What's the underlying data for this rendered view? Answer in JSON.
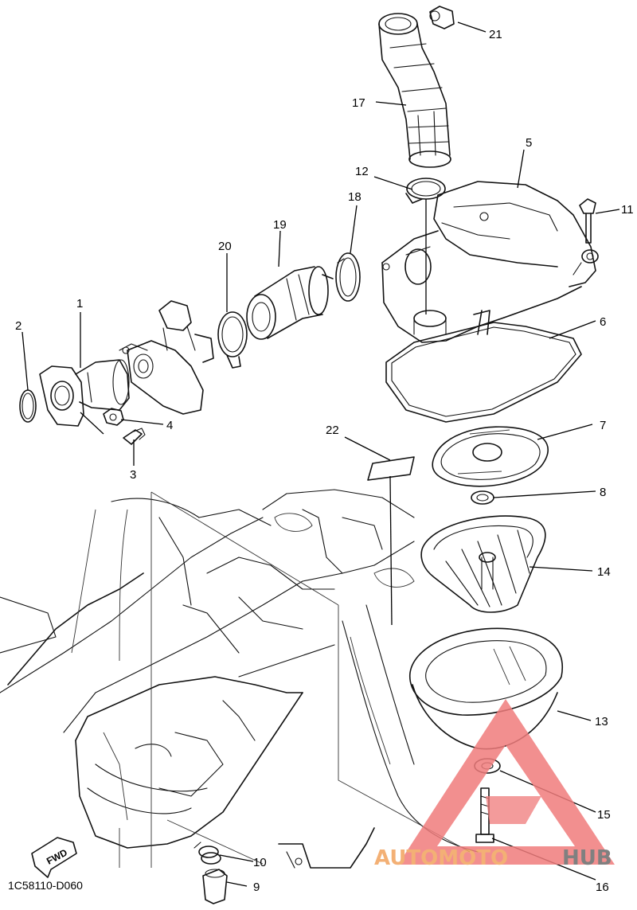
{
  "callouts": [
    {
      "id": "c1",
      "label": "1"
    },
    {
      "id": "c2",
      "label": "2"
    },
    {
      "id": "c3",
      "label": "3"
    },
    {
      "id": "c4",
      "label": "4"
    },
    {
      "id": "c5",
      "label": "5"
    },
    {
      "id": "c6",
      "label": "6"
    },
    {
      "id": "c7",
      "label": "7"
    },
    {
      "id": "c8",
      "label": "8"
    },
    {
      "id": "c9",
      "label": "9"
    },
    {
      "id": "c10",
      "label": "10"
    },
    {
      "id": "c11",
      "label": "11"
    },
    {
      "id": "c12",
      "label": "12"
    },
    {
      "id": "c13",
      "label": "13"
    },
    {
      "id": "c14",
      "label": "14"
    },
    {
      "id": "c15",
      "label": "15"
    },
    {
      "id": "c16",
      "label": "16"
    },
    {
      "id": "c17",
      "label": "17"
    },
    {
      "id": "c18",
      "label": "18"
    },
    {
      "id": "c19",
      "label": "19"
    },
    {
      "id": "c20",
      "label": "20"
    },
    {
      "id": "c21",
      "label": "21"
    },
    {
      "id": "c22",
      "label": "22"
    }
  ],
  "fwd_label": "FWD",
  "diagram_code": "1C58110-D060",
  "watermark": {
    "part1": "AUTOMOTO",
    "part2": "HUB",
    "color_primary": "#f07c7c",
    "color_secondary": "#6a6a6a"
  }
}
